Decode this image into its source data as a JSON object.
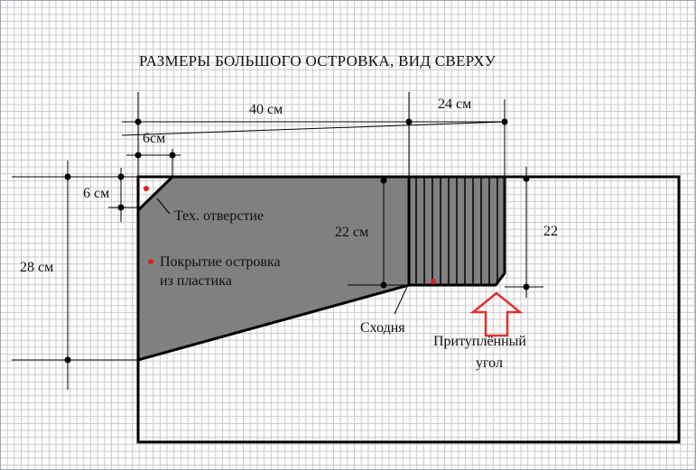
{
  "title": "РАЗМЕРЫ БОЛЬШОГО ОСТРОВКА, ВИД СВЕРХУ",
  "dimensions": {
    "width_total": "40 см",
    "width_ramp": "24 см",
    "corner_width": "6см",
    "corner_height": "6 см",
    "height_total": "28 см",
    "ramp_height": "22 см",
    "right_height": "22"
  },
  "labels": {
    "tech_hole": "Тех. отверстие",
    "coating_line1": "Покрытие островка",
    "coating_line2": "из пластика",
    "ramp": "Сходня",
    "blunt_corner_line1": "Притуплённый",
    "blunt_corner_line2": "угол"
  },
  "colors": {
    "island_fill": "#808080",
    "marker_red": "#e02020",
    "arrow_red": "#e03030",
    "outline": "#000000"
  }
}
